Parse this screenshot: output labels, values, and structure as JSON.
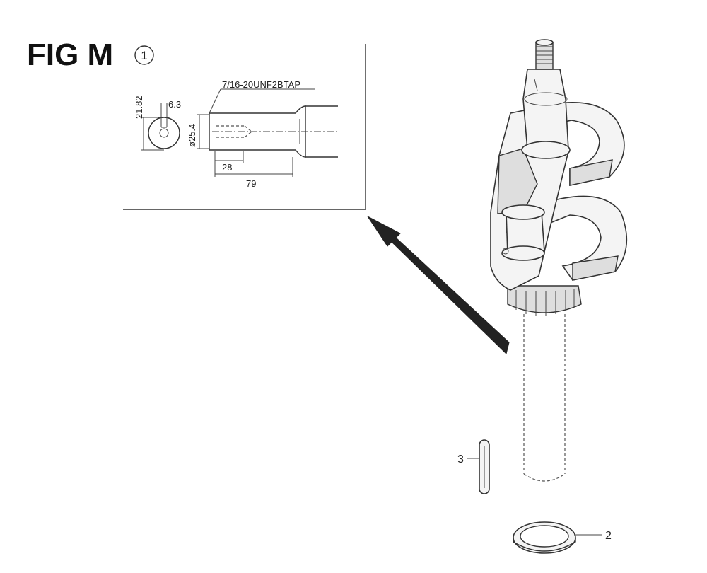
{
  "figure": {
    "title": "FIG M",
    "callout_number": "1"
  },
  "detail": {
    "thread_spec": "7/16-20UNF2BTAP",
    "dimensions": {
      "height": "21.82",
      "key_width": "6.3",
      "diameter": "ø25.4",
      "depth": "28",
      "length": "79"
    }
  },
  "parts": [
    {
      "number": "3",
      "name": "key"
    },
    {
      "number": "2",
      "name": "washer"
    }
  ]
}
